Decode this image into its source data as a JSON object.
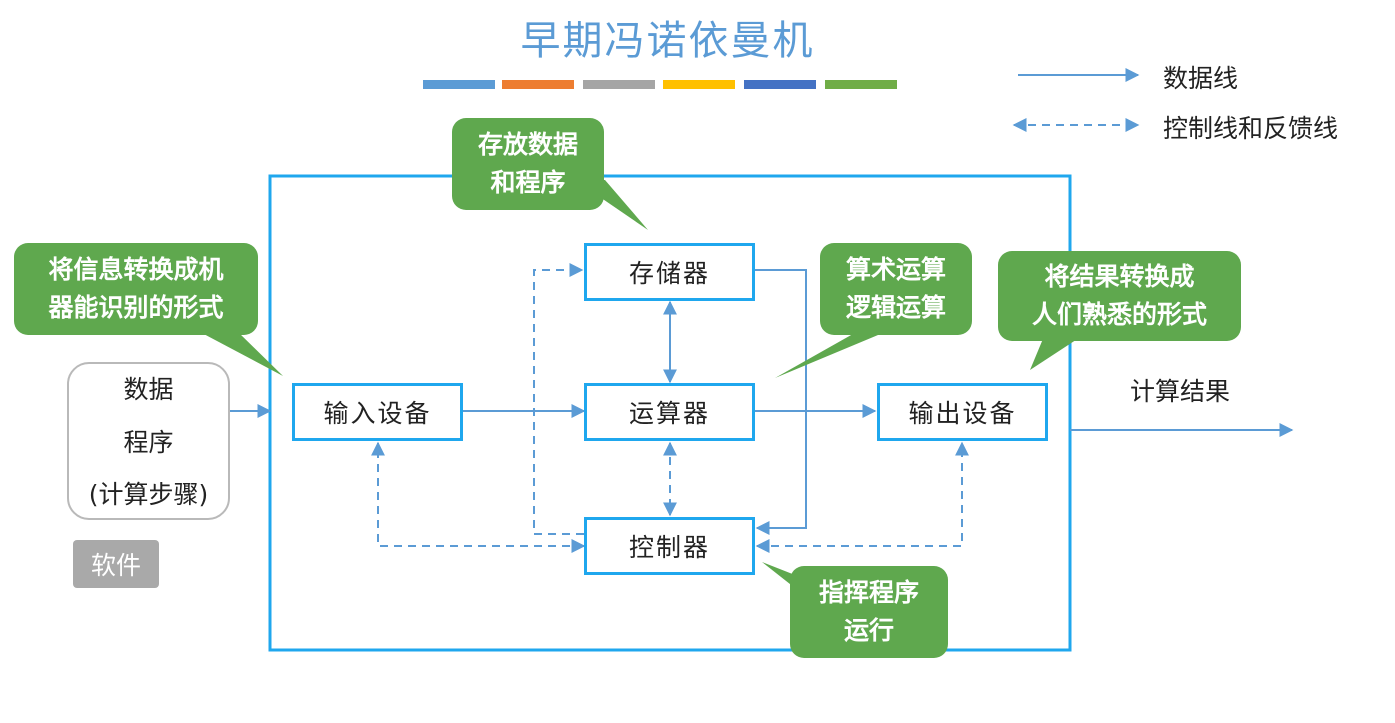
{
  "title": "早期冯诺依曼机",
  "color_bar": [
    "#5b9bd5",
    "#ed7d31",
    "#a5a5a5",
    "#ffc000",
    "#4472c4",
    "#70ad47"
  ],
  "legend": {
    "data_line": "数据线",
    "control_line": "控制线和反馈线"
  },
  "software": {
    "line1": "数据",
    "line2": "程序",
    "line3": "(计算步骤)",
    "tag": "软件"
  },
  "components": {
    "input": "输入设备",
    "memory": "存储器",
    "alu": "运算器",
    "control": "控制器",
    "output": "输出设备"
  },
  "callouts": {
    "memory": [
      "存放数据",
      "和程序"
    ],
    "input": [
      "将信息转换成机",
      "器能识别的形式"
    ],
    "alu": [
      "算术运算",
      "逻辑运算"
    ],
    "output": [
      "将结果转换成",
      "人们熟悉的形式"
    ],
    "control": [
      "指挥程序",
      "运行"
    ]
  },
  "output_label": "计算结果",
  "colors": {
    "frame": "#1fa7ee",
    "arrow": "#5b9bd5",
    "callout": "#5fa84e",
    "tag": "#a9a9a9"
  }
}
